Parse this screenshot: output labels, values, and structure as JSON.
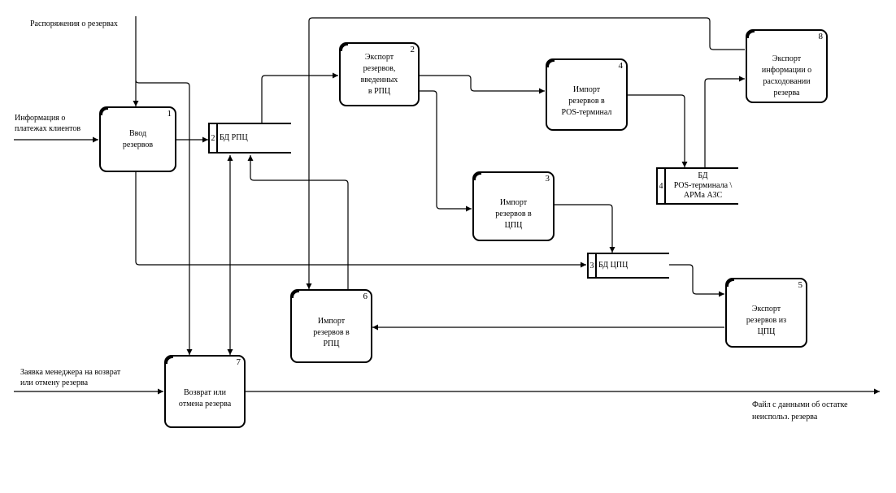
{
  "diagram": {
    "type": "data-flow-diagram",
    "processes": [
      {
        "id": "1",
        "label": "Ввод резервов",
        "lines": [
          "Ввод",
          "резервов"
        ]
      },
      {
        "id": "2",
        "label": "Экспорт резервов, введенных в РПЦ",
        "lines": [
          "Экспорт",
          "резервов,",
          "введенных",
          "в РПЦ"
        ]
      },
      {
        "id": "3",
        "label": "Импорт резервов в ЦПЦ",
        "lines": [
          "Импорт",
          "резервов в",
          "ЦПЦ"
        ]
      },
      {
        "id": "4",
        "label": "Импорт резервов в POS-терминал",
        "lines": [
          "Импорт",
          "резервов в",
          "POS-терминал"
        ]
      },
      {
        "id": "5",
        "label": "Экспорт резервов из ЦПЦ",
        "lines": [
          "Экспорт",
          "резервов из",
          "ЦПЦ"
        ]
      },
      {
        "id": "6",
        "label": "Импорт резервов в РПЦ",
        "lines": [
          "Импорт",
          "резервов в",
          "РПЦ"
        ]
      },
      {
        "id": "7",
        "label": "Возврат или отмена резерва",
        "lines": [
          "Возврат или",
          "отмена резерва"
        ]
      },
      {
        "id": "8",
        "label": "Экспорт информации о расходовании резерва",
        "lines": [
          "Экспорт",
          "информации о",
          "расходовании",
          "резерва"
        ]
      }
    ],
    "stores": [
      {
        "id": "2",
        "label": "БД РПЦ",
        "lines": [
          "БД РПЦ"
        ]
      },
      {
        "id": "3",
        "label": "БД ЦПЦ",
        "lines": [
          "БД ЦПЦ"
        ]
      },
      {
        "id": "4",
        "label": "БД POS-терминала \\ АРМа АЗС",
        "lines": [
          "БД",
          "POS-терминала \\",
          "АРМа АЗС"
        ]
      }
    ],
    "external_flows": [
      {
        "label": "Распоряжения о резервах",
        "lines": [
          "Распоряжения о резервах"
        ],
        "to": "process-1"
      },
      {
        "label": "Информация о платежах клиентов",
        "lines": [
          "Информация о",
          "платежах клиентов"
        ],
        "to": "process-1"
      },
      {
        "label": "Заявка менеджера на возврат или отмену резерва",
        "lines": [
          "Заявка менеджера на возврат",
          "или отмену резерва"
        ],
        "to": "process-7"
      },
      {
        "label": "Файл с данными об остатке неиспольз. резерва",
        "lines": [
          "Файл с данными об остатке",
          "неиспольз. резерва"
        ],
        "from": "process-7"
      }
    ],
    "flows": [
      {
        "from": "process-1",
        "to": "store-2"
      },
      {
        "from": "process-1",
        "to": "store-3"
      },
      {
        "from": "external-orders",
        "to": "process-7"
      },
      {
        "from": "store-2",
        "to": "process-2"
      },
      {
        "from": "store-2",
        "to": "process-7",
        "bidirectional": true
      },
      {
        "from": "process-6",
        "to": "store-2"
      },
      {
        "from": "process-2",
        "to": "process-4"
      },
      {
        "from": "process-2",
        "to": "process-3"
      },
      {
        "from": "process-4",
        "to": "store-4"
      },
      {
        "from": "store-4",
        "to": "process-8"
      },
      {
        "from": "process-8",
        "to": "process-6"
      },
      {
        "from": "process-3",
        "to": "store-3"
      },
      {
        "from": "store-3",
        "to": "process-5"
      },
      {
        "from": "process-5",
        "to": "process-6"
      }
    ]
  }
}
